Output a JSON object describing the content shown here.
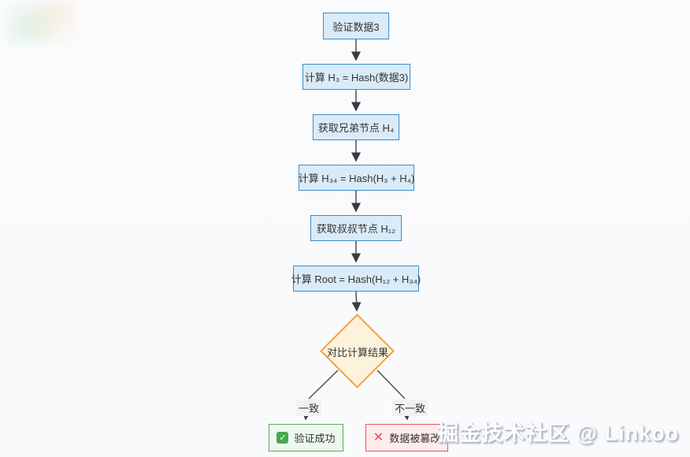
{
  "diagram": {
    "nodes": {
      "verify_data": "验证数据3",
      "calc_h3": "计算 H₃ = Hash(数据3)",
      "get_sibling": "获取兄弟节点 H₄",
      "calc_h34": "计算 H₃₄ = Hash(H₃ + H₄)",
      "get_uncle": "获取叔叔节点 H₁₂",
      "calc_root": "计算 Root = Hash(H₁₂ + H₃₄)",
      "compare": "对比计算结果",
      "success": "验证成功",
      "tampered": "数据被篡改"
    },
    "edge_labels": {
      "match": "一致",
      "mismatch": "不一致"
    },
    "icons": {
      "check_glyph": "✓",
      "cross_glyph": "✕"
    },
    "colors": {
      "process_fill": "#d9ebf8",
      "process_border": "#3f8cc6",
      "decision_fill": "#fdf3dd",
      "decision_border": "#f2a33c",
      "success_fill": "#edf8ee",
      "success_border": "#5aa85a",
      "error_fill": "#fdeceb",
      "error_border": "#e0595d",
      "arrow": "#45494d",
      "text": "#333333"
    }
  },
  "watermark": {
    "text": "掘金技术社区 @ Linkoo"
  }
}
